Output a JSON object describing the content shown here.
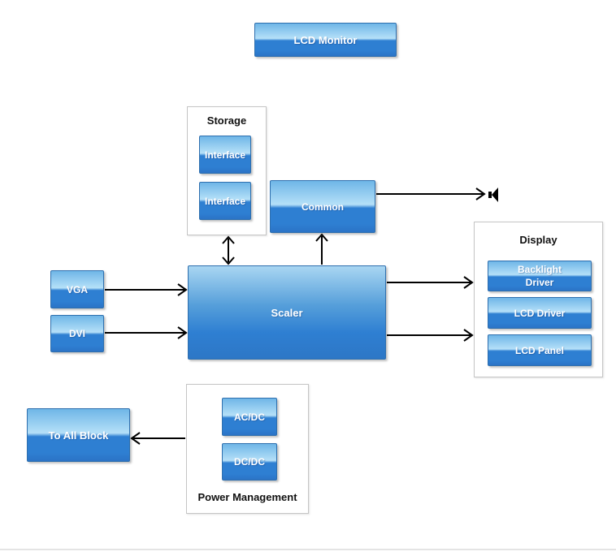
{
  "theme": {
    "block_top": "#6fb6e7",
    "block_highlight": "#b5e0f8",
    "block_bottom": "#2e7fd2",
    "block_bottom_dark": "#2b73c6",
    "block_border": "#2e6fae",
    "scaler_top": "#a9d6f2",
    "scaler_bottom": "#2d77c6",
    "container_border": "#c5c5c5",
    "title_text": "#111111",
    "text_on_blue": "#ffffff",
    "arrow": "#000000",
    "divider": "#e4e4e4"
  },
  "blocks": {
    "lcd_monitor": "LCD Monitor",
    "interface_top": "Interface",
    "interface_bottom": "Interface",
    "common": "Common",
    "scaler": "Scaler",
    "vga": "VGA",
    "dvi": "DVI",
    "backlight_driver": "Backlight Driver",
    "lcd_driver": "LCD Driver",
    "lcd_panel": "LCD Panel",
    "acdc": "AC/DC",
    "dcdc": "DC/DC",
    "to_all_block": "To All Block"
  },
  "containers": {
    "storage": "Storage",
    "display": "Display",
    "power": "Power Management"
  },
  "icons": {
    "speaker": "speaker-audio-out"
  }
}
